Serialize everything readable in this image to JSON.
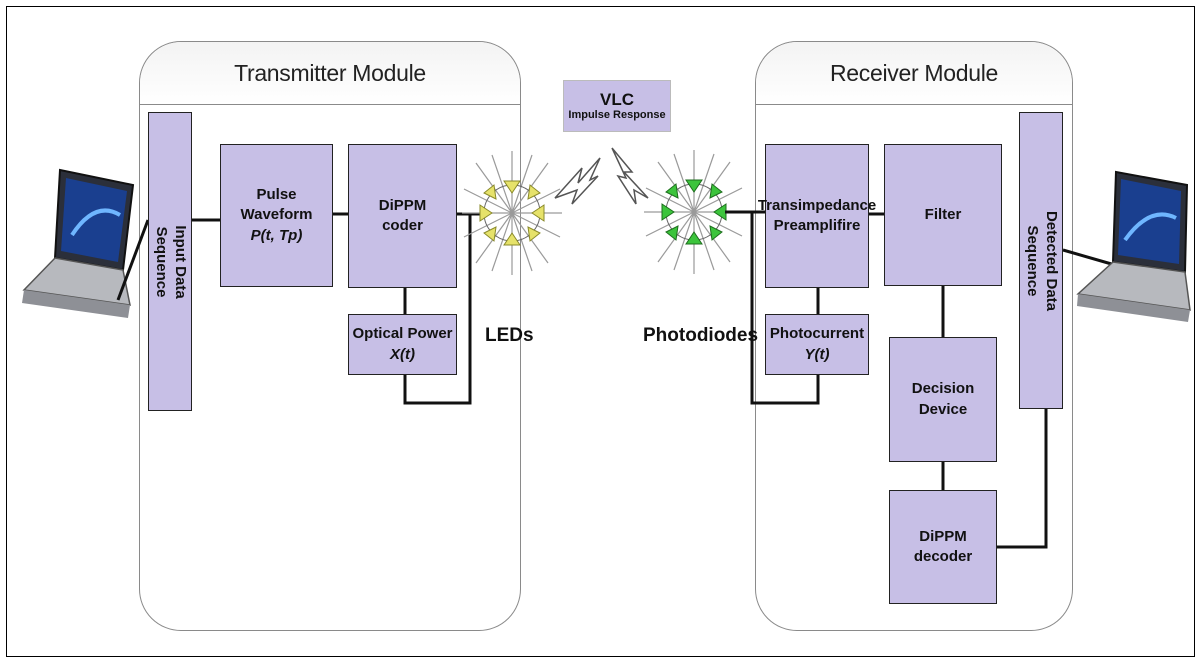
{
  "transmitter": {
    "title": "Transmitter Module",
    "input_line1": "Input Data",
    "input_line2": "Sequence",
    "pulse_line1": "Pulse Waveform",
    "pulse_line2": "P(t, Tp)",
    "coder_line1": "DiPPM",
    "coder_line2": "coder",
    "optical_line1": "Optical Power",
    "optical_line2": "X(t)"
  },
  "channel": {
    "title": "VLC",
    "subtitle": "Impulse Response",
    "led_label": "LEDs",
    "pd_label": "Photodiodes"
  },
  "receiver": {
    "title": "Receiver Module",
    "preamp_line1": "Transimpedance",
    "preamp_line2": "Preamplifire",
    "filter": "Filter",
    "photocurrent_line1": "Photocurrent",
    "photocurrent_line2": "Y(t)",
    "decision_line1": "Decision",
    "decision_line2": "Device",
    "decoder_line1": "DiPPM",
    "decoder_line2": "decoder",
    "detected_line1": "Detected Data",
    "detected_line2": "Sequence"
  },
  "colors": {
    "block_fill": "#c7bfe6",
    "led_color": "#e6e26a",
    "pd_color": "#3cc43c"
  }
}
